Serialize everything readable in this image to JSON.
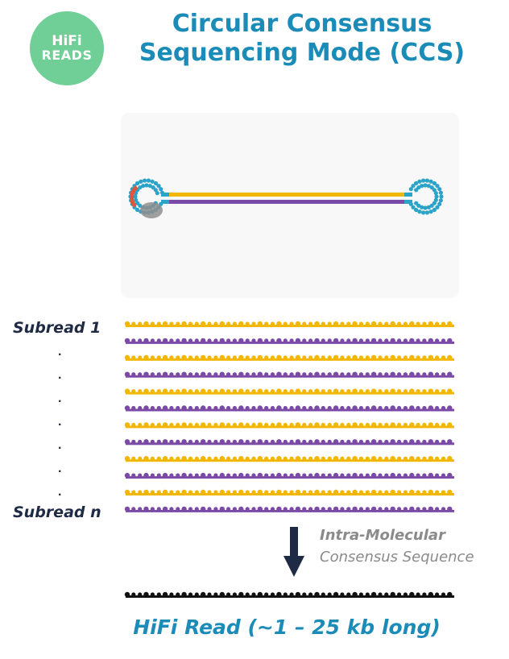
{
  "badge": {
    "line1": "HiFi",
    "line2": "READS",
    "color": "#6fcf97"
  },
  "title": {
    "line1": "Circular Consensus",
    "line2": "Sequencing Mode (CCS)",
    "color": "#1b8bb8"
  },
  "labels": {
    "subread_first": "Subread 1",
    "subread_last": "Subread n",
    "dot": "."
  },
  "strands": {
    "pattern": [
      "gold",
      "purple",
      "gold",
      "purple",
      "gold",
      "purple",
      "gold",
      "purple",
      "gold",
      "purple",
      "gold",
      "purple"
    ],
    "colors": {
      "gold": "#f2b705",
      "purple": "#7b4aa6",
      "black": "#111111",
      "teal": "#29a3c7",
      "red": "#e2553a"
    }
  },
  "consensus": {
    "line1": "Intra-Molecular",
    "line2": "Consensus Sequence"
  },
  "hifi": {
    "label": "HiFi Read (~1 – 25 kb long)"
  }
}
